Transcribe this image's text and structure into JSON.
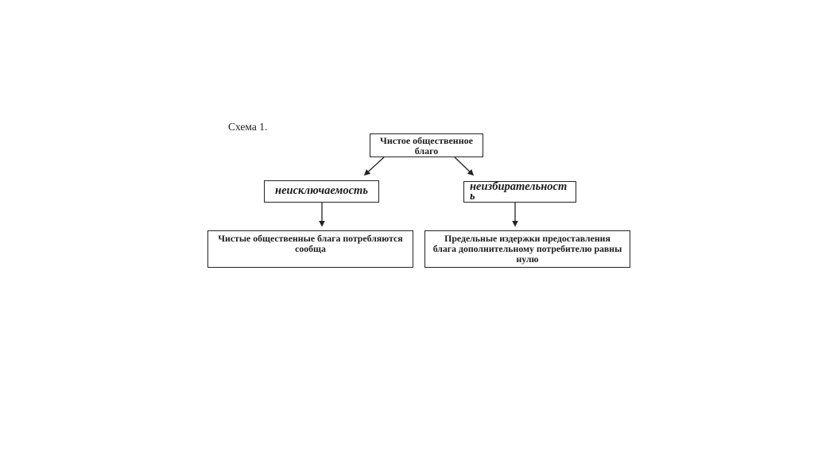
{
  "page": {
    "background": "#ffffff",
    "ink": "#1c1c1c"
  },
  "diagram": {
    "caption": "Схема 1.",
    "nodes": {
      "root": {
        "lines": [
          "Чистое общественное",
          "благо"
        ]
      },
      "left": {
        "lines": [
          "неисключаемость"
        ]
      },
      "right": {
        "lines": [
          "неизбирательност",
          "ь"
        ]
      },
      "left_detail": {
        "lines": [
          "Чистые общественные блага потребляются",
          "сообща"
        ]
      },
      "right_detail": {
        "lines": [
          "Предельные издержки предоставления",
          "блага дополнительному потребителю равны",
          "нулю"
        ]
      }
    }
  }
}
